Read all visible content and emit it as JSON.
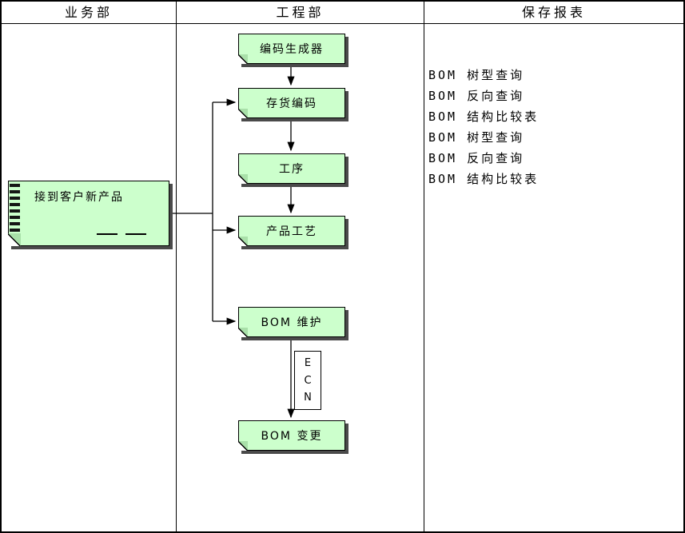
{
  "header": {
    "lanes": [
      "业务部",
      "工程部",
      "保存报表"
    ]
  },
  "business": {
    "document_label": "接到客户新产品"
  },
  "engineering": {
    "boxes": [
      "编码生成器",
      "存货编码",
      "工序",
      "产品工艺",
      "BOM 维护",
      "BOM 变更"
    ],
    "ecn": [
      "E",
      "C",
      "N"
    ]
  },
  "reports": {
    "items": [
      "BOM 树型查询",
      "BOM 反向查询",
      "BOM 结构比较表",
      "BOM 树型查询",
      "BOM 反向查询",
      "BOM 结构比较表"
    ]
  },
  "colors": {
    "box_fill": "#ccffcc",
    "shadow": "#4a4a4a",
    "line": "#000000"
  }
}
